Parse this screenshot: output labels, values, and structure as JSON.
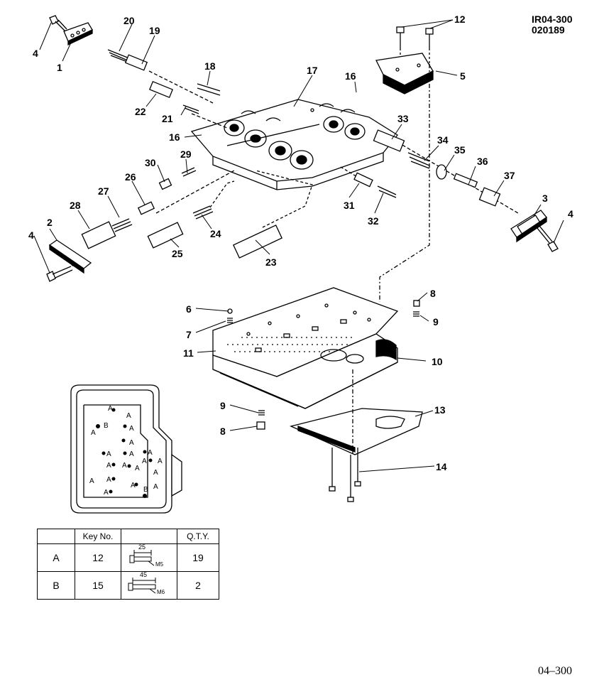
{
  "drawing_code": [
    "IR04-300",
    "020189"
  ],
  "page_number": "04–300",
  "callouts": [
    "1",
    "2",
    "3",
    "4",
    "4",
    "4",
    "5",
    "6",
    "7",
    "8",
    "8",
    "9",
    "9",
    "10",
    "11",
    "12",
    "13",
    "14",
    "16",
    "16",
    "17",
    "18",
    "19",
    "20",
    "21",
    "22",
    "23",
    "24",
    "25",
    "26",
    "27",
    "28",
    "29",
    "30",
    "31",
    "32",
    "33",
    "34",
    "35",
    "36",
    "37"
  ],
  "inset_marks": [
    "A",
    "A",
    "A",
    "A",
    "A",
    "A",
    "A",
    "A",
    "A",
    "A",
    "A",
    "A",
    "A",
    "A",
    "A",
    "A",
    "A",
    "A",
    "A",
    "B",
    "B"
  ],
  "bolt_table": {
    "headers": [
      "",
      "Key No.",
      "",
      "Q.T.Y."
    ],
    "rows": [
      {
        "type": "A",
        "key_no": "12",
        "length": "25",
        "thread": "M5",
        "qty": "19"
      },
      {
        "type": "B",
        "key_no": "15",
        "length": "45",
        "thread": "M6",
        "qty": "2"
      }
    ]
  }
}
